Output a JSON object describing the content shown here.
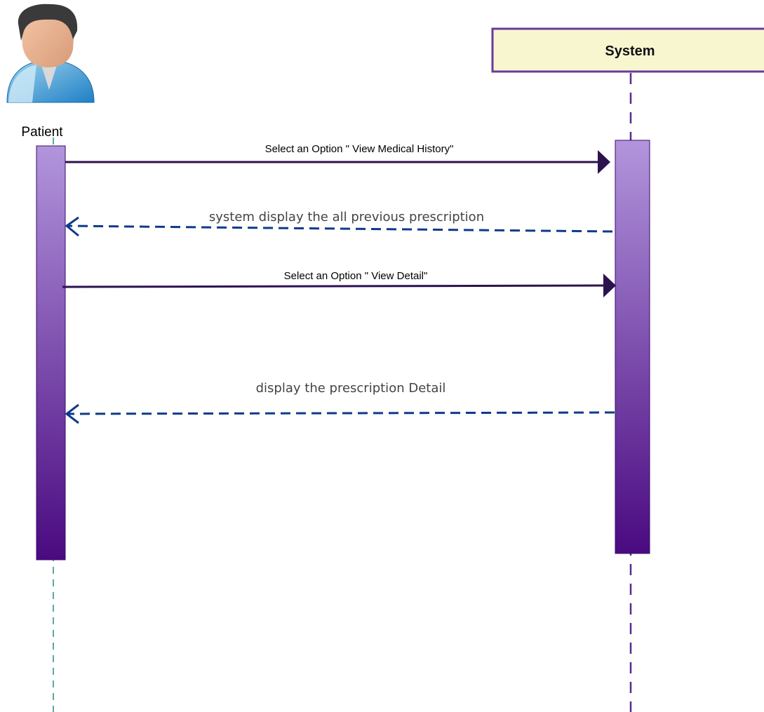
{
  "diagram": {
    "type": "sequence",
    "participants": {
      "patient": {
        "label": "Patient",
        "icon": "user-avatar-icon"
      },
      "system": {
        "label": "System"
      }
    },
    "messages": [
      {
        "label": "Select an Option \" View Medical History\"",
        "kind": "call"
      },
      {
        "label": "system display the all previous prescription",
        "kind": "reply"
      },
      {
        "label": "Select an Option \" View Detail\"",
        "kind": "call"
      },
      {
        "label": "display the prescription Detail",
        "kind": "reply"
      }
    ]
  },
  "colors": {
    "call_arrow": "#2d1250",
    "reply_arrow": "#0e3a8c",
    "system_box_fill": "#f8f6cf",
    "system_box_border": "#6a3a9a",
    "system_lifeline": "#5a2a92",
    "patient_lifeline": "#2a8a8a",
    "activation_top": "#b295dc",
    "activation_bottom": "#4a0a80"
  }
}
